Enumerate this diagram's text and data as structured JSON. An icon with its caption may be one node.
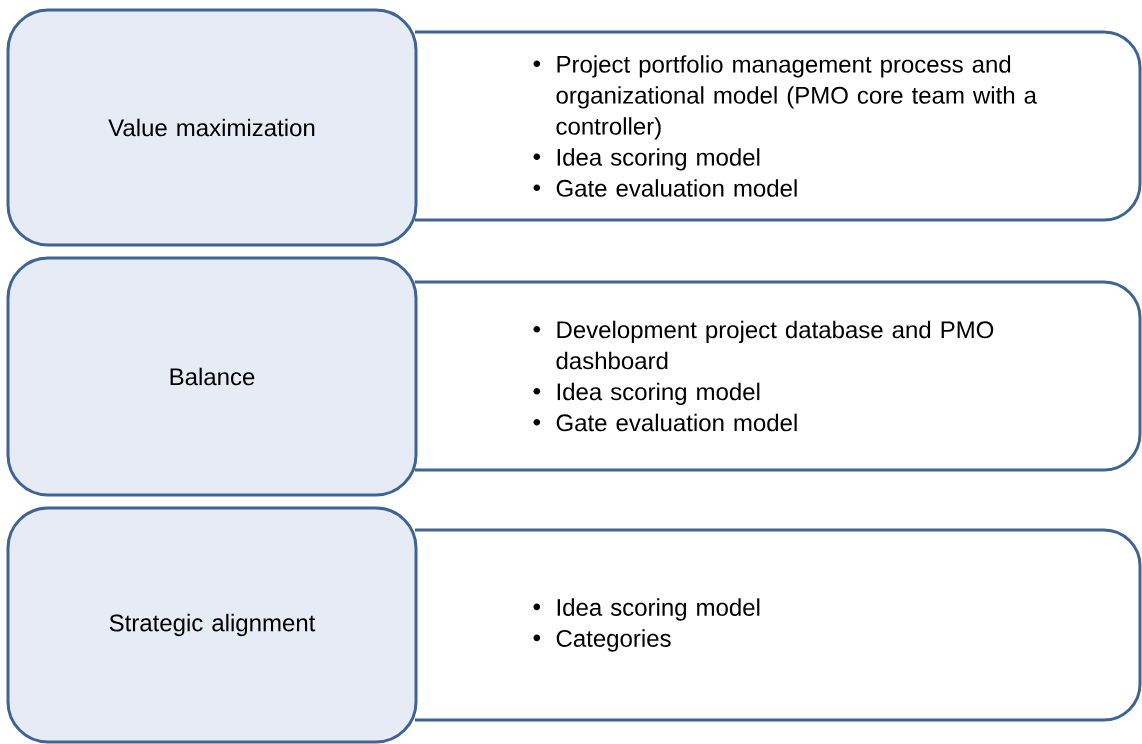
{
  "diagram": {
    "nodes": [
      {
        "text": [
          "Value maximization"
        ]
      },
      {
        "text": [
          "Project portfolio management process and organizational model (PMO core team with a controller)",
          "Idea scoring model",
          "Gate evaluation model"
        ]
      },
      {
        "text": [
          "Balance"
        ]
      },
      {
        "text": [
          "Development project database and PMO dashboard",
          "Idea scoring model",
          "Gate evaluation model"
        ]
      },
      {
        "text": [
          "Strategic alignment"
        ]
      },
      {
        "text": [
          "Idea scoring model",
          "Categories"
        ]
      }
    ]
  }
}
